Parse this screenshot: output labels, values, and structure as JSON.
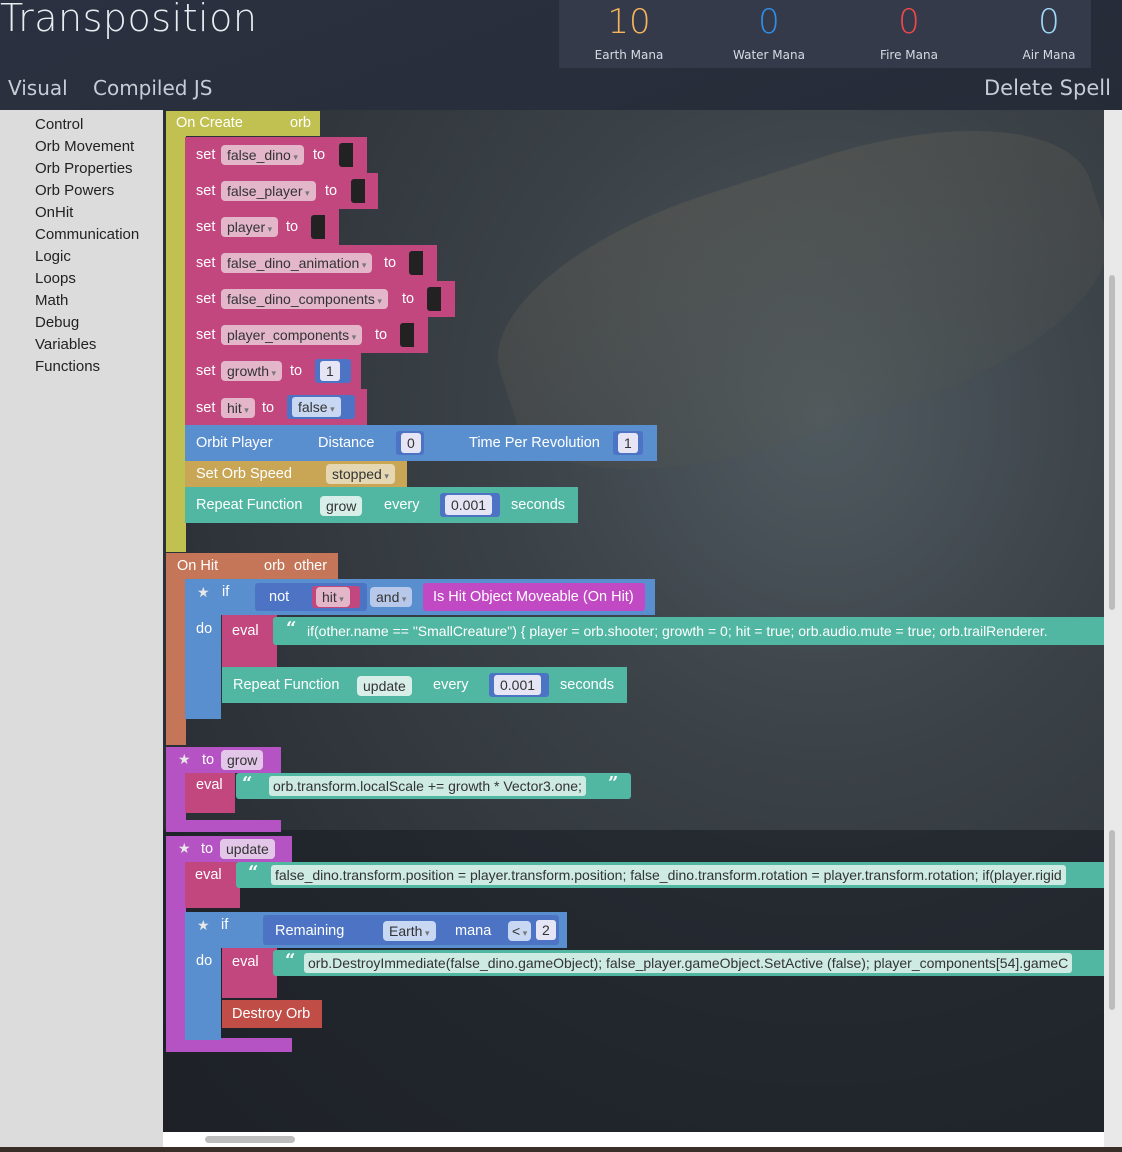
{
  "app": {
    "title": "Transposition"
  },
  "mana": [
    {
      "value": "10",
      "label": "Earth Mana",
      "color": "#f6b55a"
    },
    {
      "value": "0",
      "label": "Water Mana",
      "color": "#2f8fe8"
    },
    {
      "value": "0",
      "label": "Fire Mana",
      "color": "#f04848"
    },
    {
      "value": "0",
      "label": "Air Mana",
      "color": "#9fd8f8"
    }
  ],
  "tabs": {
    "visual": "Visual",
    "compiled": "Compiled JS"
  },
  "delete_spell": "Delete Spell",
  "toolbox": [
    "Control",
    "Orb Movement",
    "Orb Properties",
    "Orb Powers",
    "OnHit",
    "Communication",
    "Logic",
    "Loops",
    "Math",
    "Debug",
    "Variables",
    "Functions"
  ],
  "on_create": {
    "label": "On Create",
    "param": "orb",
    "sets": [
      {
        "kw": "set",
        "var": "false_dino",
        "to": "to"
      },
      {
        "kw": "set",
        "var": "false_player",
        "to": "to"
      },
      {
        "kw": "set",
        "var": "player",
        "to": "to"
      },
      {
        "kw": "set",
        "var": "false_dino_animation",
        "to": "to"
      },
      {
        "kw": "set",
        "var": "false_dino_components",
        "to": "to"
      },
      {
        "kw": "set",
        "var": "player_components",
        "to": "to"
      },
      {
        "kw": "set",
        "var": "growth",
        "to": "to",
        "value": "1"
      },
      {
        "kw": "set",
        "var": "hit",
        "to": "to",
        "value": "false"
      }
    ],
    "orbit": {
      "label": "Orbit Player",
      "distance_label": "Distance",
      "distance": "0",
      "time_label": "Time Per Revolution",
      "time": "1"
    },
    "speed": {
      "label": "Set Orb Speed",
      "value": "stopped"
    },
    "repeat": {
      "label": "Repeat Function",
      "func": "grow",
      "every": "every",
      "interval": "0.001",
      "unit": "seconds"
    }
  },
  "on_hit": {
    "label": "On Hit",
    "param1": "orb",
    "param2": "other",
    "if_label": "if",
    "do_label": "do",
    "not": "not",
    "var": "hit",
    "and": "and",
    "cond2": "Is Hit Object Moveable (On Hit)",
    "eval_label": "eval",
    "eval_code": "if(other.name == \"SmallCreature\") {  player = orb.shooter;  growth = 0;  hit = true;  orb.audio.mute = true;  orb.trailRenderer.",
    "repeat": {
      "label": "Repeat Function",
      "func": "update",
      "every": "every",
      "interval": "0.001",
      "unit": "seconds"
    }
  },
  "func_grow": {
    "to": "to",
    "name": "grow",
    "eval_label": "eval",
    "eval_code": "orb.transform.localScale += growth * Vector3.one;"
  },
  "func_update": {
    "to": "to",
    "name": "update",
    "eval_label": "eval",
    "eval_code": "false_dino.transform.position = player.transform.position; false_dino.transform.rotation = player.transform.rotation;  if(player.rigid",
    "if_label": "if",
    "do_label": "do",
    "remaining": "Remaining",
    "mana_type": "Earth",
    "mana": "mana",
    "op": "<",
    "threshold": "2",
    "eval2_label": "eval",
    "eval2_code": "orb.DestroyImmediate(false_dino.gameObject); false_player.gameObject.SetActive (false); player_components[54].gameC",
    "destroy": "Destroy Orb"
  },
  "quote_open": "“",
  "quote_close": "”"
}
